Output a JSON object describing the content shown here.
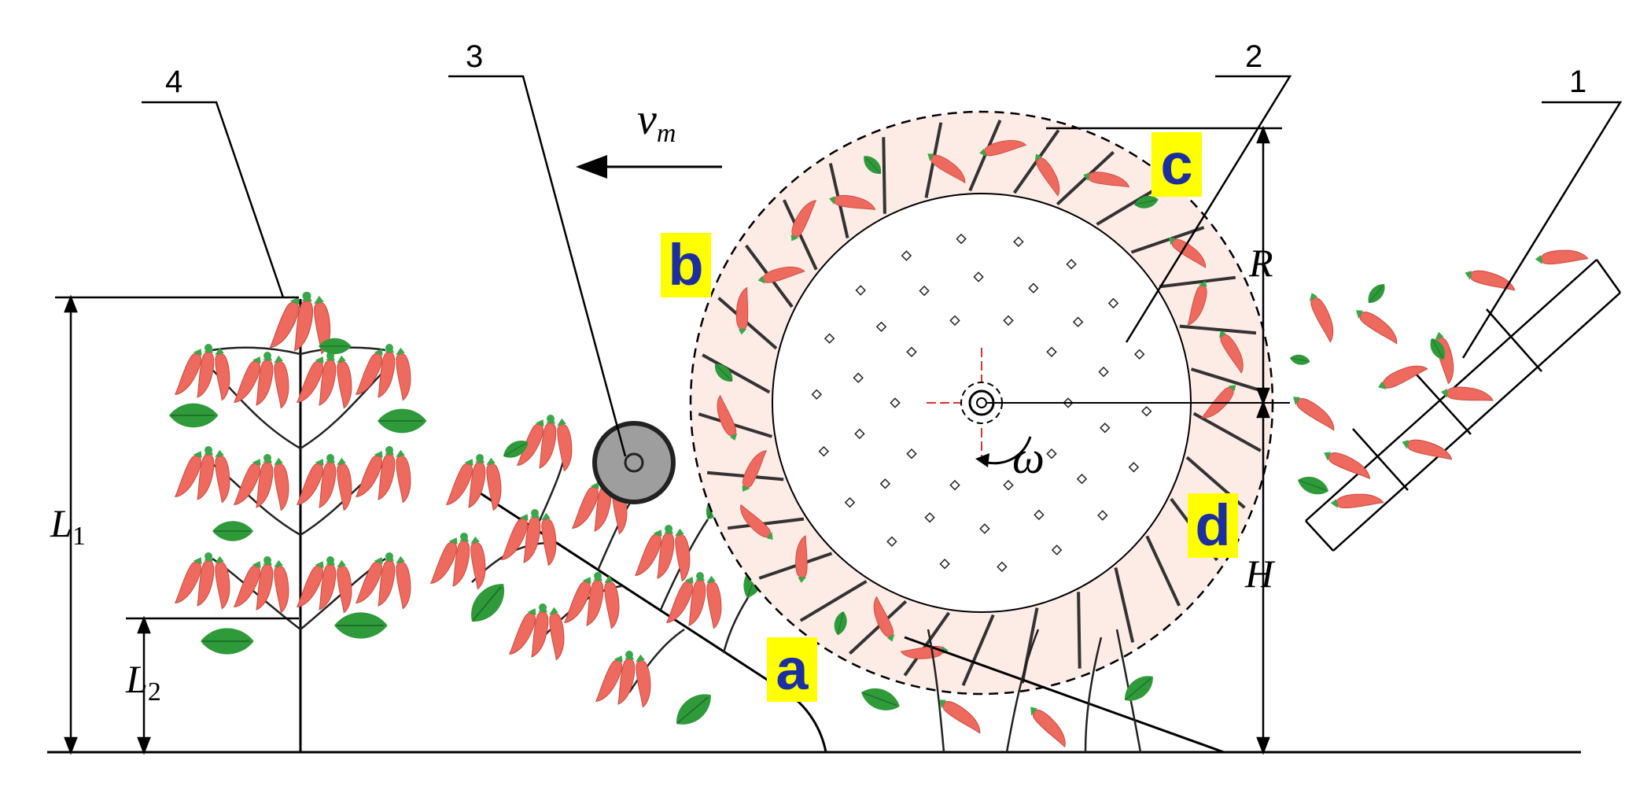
{
  "parts": {
    "p1": "1",
    "p2": "2",
    "p3": "3",
    "p4": "4"
  },
  "regions": {
    "a": "a",
    "b": "b",
    "c": "c",
    "d": "d"
  },
  "symbols": {
    "velocity": "v",
    "velocity_sub": "m",
    "omega": "ω",
    "R": "R",
    "H": "H",
    "L1": "L",
    "L1_sub": "1",
    "L2": "L",
    "L2_sub": "2"
  },
  "colors": {
    "pepper": "#ef6a5e",
    "leaf": "#2f9a3a",
    "label_bg": "#ffff00",
    "label_text": "#1c2fa0",
    "ring_fill": "#fdebe6",
    "roller": "#9e9e9e"
  }
}
